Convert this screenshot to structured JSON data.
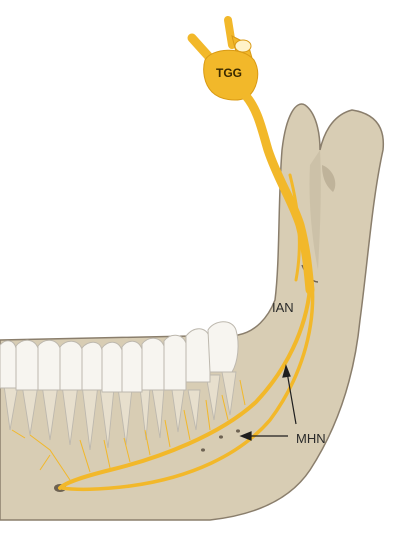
{
  "labels": {
    "tgg": "TGG",
    "ian": "IAN",
    "mhn": "MHN"
  },
  "colors": {
    "bone": "#d8cdb4",
    "bone_outline": "#8a7e6c",
    "nerve": "#f2b82a",
    "nerve_dark": "#d99a14",
    "tooth": "#f7f5f0",
    "tooth_outline": "#bdb8ae",
    "root": "#e7dfcd",
    "arrow": "#1e1e1e"
  }
}
